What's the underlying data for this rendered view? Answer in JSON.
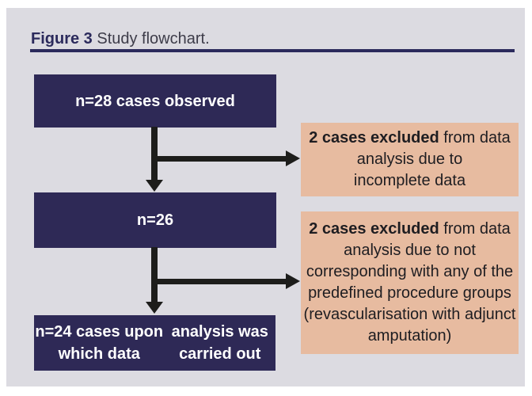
{
  "figure": {
    "label": "Figure 3",
    "caption": "Study flowchart."
  },
  "flowchart": {
    "boxes": [
      {
        "lines": [
          [
            {
              "t": "n=28 cases observed"
            }
          ]
        ]
      },
      {
        "lines": [
          [
            {
              "t": "n=26"
            }
          ]
        ]
      },
      {
        "lines": [
          [
            {
              "t": "n=24 cases upon which data"
            }
          ],
          [
            {
              "t": "analysis was carried out"
            }
          ]
        ]
      }
    ],
    "exclusions": [
      {
        "lines": [
          [
            {
              "t": "2 cases excluded",
              "b": true
            },
            {
              "t": " from data"
            }
          ],
          [
            {
              "t": "analysis due to"
            }
          ],
          [
            {
              "t": "incomplete data"
            }
          ]
        ]
      },
      {
        "lines": [
          [
            {
              "t": "2 cases excluded",
              "b": true
            },
            {
              "t": " from data"
            }
          ],
          [
            {
              "t": "analysis due to not"
            }
          ],
          [
            {
              "t": "corresponding with any of the"
            }
          ],
          [
            {
              "t": "predefined procedure groups"
            }
          ],
          [
            {
              "t": "(revascularisation with adjunct"
            }
          ],
          [
            {
              "t": "amputation)"
            }
          ]
        ]
      }
    ],
    "colors": {
      "box_fill": "#2e2956",
      "box_text": "#ffffff",
      "exclusion_fill": "#e7bba0",
      "exclusion_text": "#1e1d21",
      "panel_background": "#dcdbe1",
      "arrow": "#1d1d1b",
      "title_accent": "#2b2a5c",
      "title_text": "#3d3c49"
    }
  }
}
